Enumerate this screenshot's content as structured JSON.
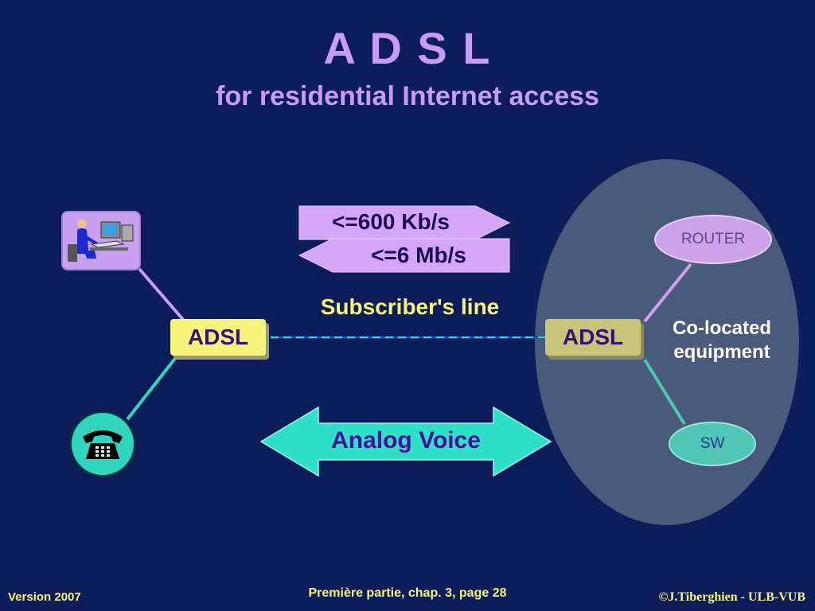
{
  "title": "A D S L",
  "subtitle": "for residential Internet access",
  "upstream_label": "<=600 Kb/s",
  "downstream_label": "<=6 Mb/s",
  "line_label": "Subscriber's line",
  "modem_left_label": "ADSL",
  "modem_right_label": "ADSL",
  "voice_label": "Analog Voice",
  "colocated_line1": "Co-located",
  "colocated_line2": "equipment",
  "router_label": "ROUTER",
  "switch_label": "SW",
  "icons": {
    "user": "computer-user-icon",
    "phone": "telephone-icon"
  },
  "colors": {
    "background": "#0c1d5a",
    "title": "#c89cf6",
    "modem_left": "#f6f47a",
    "modem_right": "#c8c47a",
    "speed_arrow": "#d6a6f6",
    "voice_arrow": "#2fe0c8",
    "ellipse": "#4a5a7a",
    "router": "#cda2ea",
    "switch": "#50c6b4",
    "footer": "#f6f47a"
  },
  "footer": {
    "left": "Version 2007",
    "center": "Première partie, chap. 3, page  28",
    "right": "©J.Tiberghien - ULB-VUB"
  }
}
